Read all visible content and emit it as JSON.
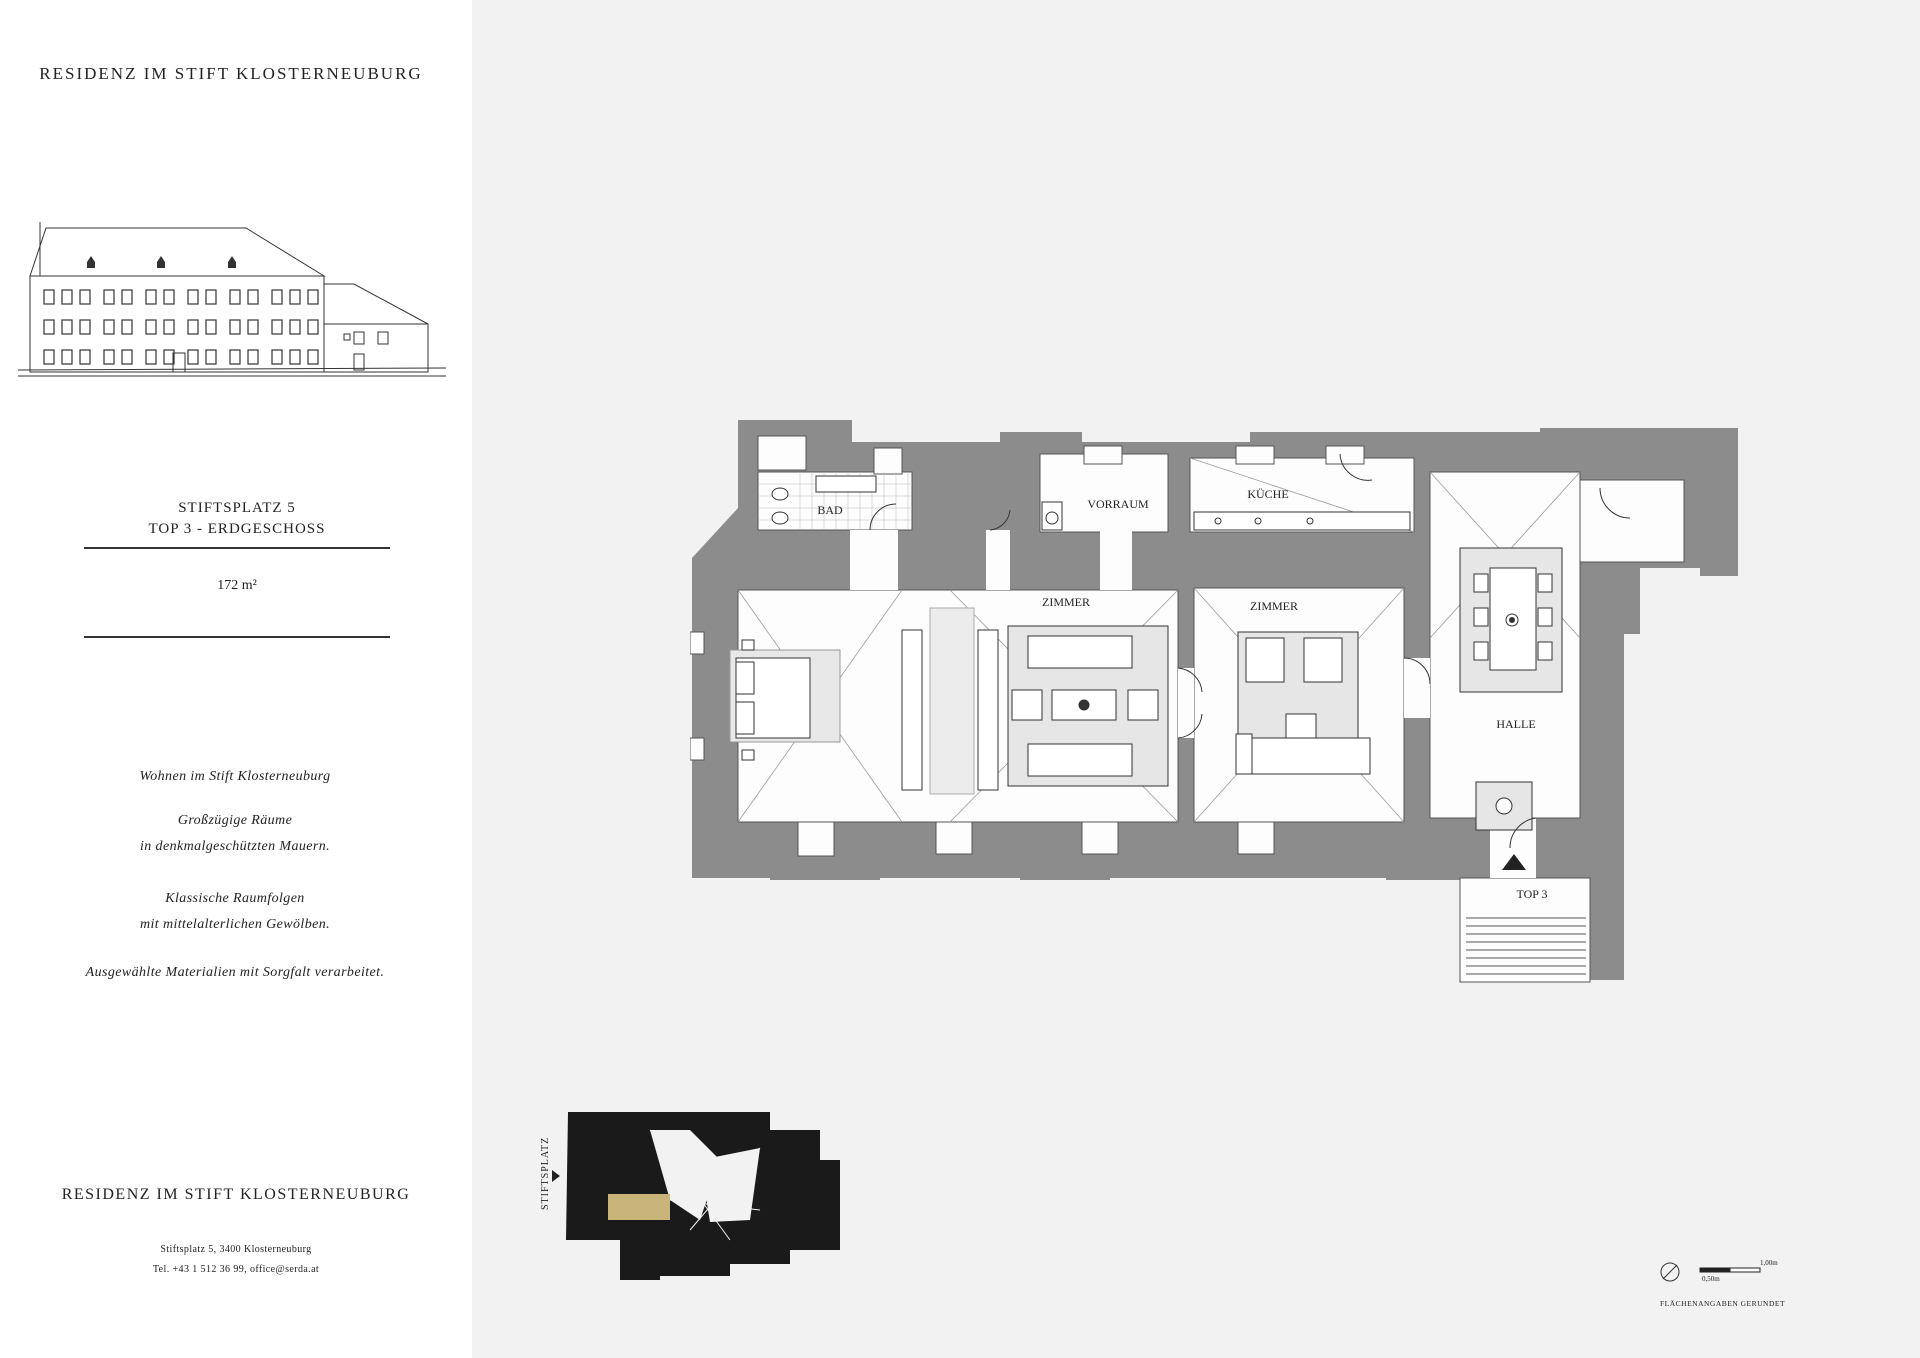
{
  "header": {
    "title": "RESIDENZ IM STIFT KLOSTERNEUBURG"
  },
  "unit": {
    "address": "STIFTSPLATZ 5",
    "top": "TOP 3 - ERDGESCHOSS",
    "area": "172 m²"
  },
  "description": {
    "lines": [
      "Wohnen im Stift Klosterneuburg",
      "Großzügige Räume",
      "in denkmalgeschützten Mauern.",
      "Klassische Raumfolgen",
      "mit mittelalterlichen Gewölben.",
      "Ausgewählte Materialien mit Sorgfalt verarbeitet."
    ]
  },
  "footer": {
    "title": "RESIDENZ IM STIFT KLOSTERNEUBURG",
    "address": "Stiftsplatz 5, 3400 Klosterneuburg",
    "contact": "Tel. +43 1 512 36 99, office@serda.at"
  },
  "plan": {
    "rooms": {
      "bad": "BAD",
      "vorraum": "VORRAUM",
      "kueche": "KÜCHE",
      "zimmer1": "ZIMMER",
      "zimmer2": "ZIMMER",
      "halle": "HALLE"
    },
    "entrance": "TOP 3"
  },
  "site_plan": {
    "label": "STIFTSPLATZ"
  },
  "legend": {
    "scale_1": "1,00m",
    "scale_2": "0,50m",
    "note": "FLÄCHENANGABEN GERUNDET"
  },
  "colors": {
    "background_right": "#f2f2f2",
    "walls": "#8c8c8c",
    "floor": "#fdfdfd",
    "ink": "#222222",
    "highlight": "#c9b47a"
  }
}
